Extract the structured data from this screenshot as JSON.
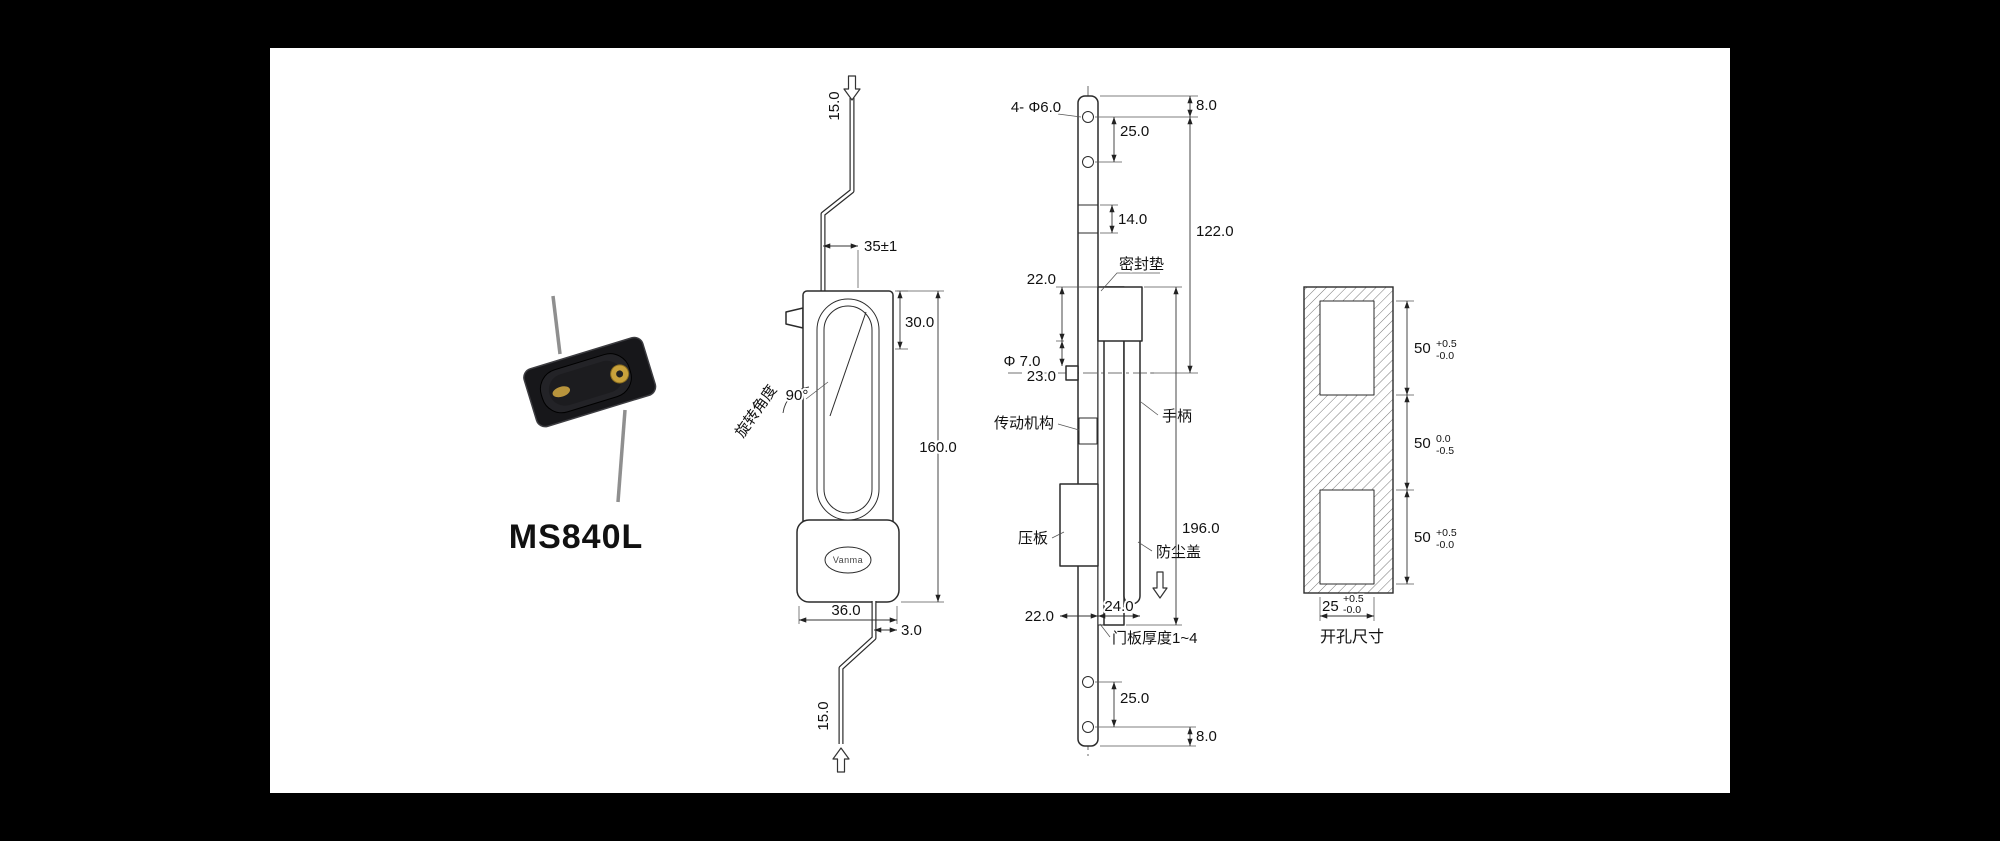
{
  "colors": {
    "background": "#000000",
    "sheet": "#ffffff",
    "ink": "#1c1c1c"
  },
  "product": {
    "model": "MS840L",
    "brand": "Vanma"
  },
  "front_view": {
    "rod_travel_top": "15.0",
    "top_width": "35±1",
    "upper_height": "30.0",
    "total_height": "160.0",
    "bottom_width": "36.0",
    "rod_offset": "3.0",
    "rotation_angle": "90°",
    "rotation_angle_label": "旋转角度",
    "rod_travel_bottom": "15.0"
  },
  "side_view": {
    "mounting_holes": "4- Φ6.0",
    "hole_pitch_top": "25.0",
    "end_margin_top": "8.0",
    "guide_length": "14.0",
    "upper_length": "122.0",
    "head_height": "22.0",
    "shaft_offset": "23.0",
    "shaft_diameter": "Φ 7.0",
    "body_length": "196.0",
    "body_depth": "24.0",
    "plate_depth": "22.0",
    "hole_pitch_bottom": "25.0",
    "end_margin_bottom": "8.0",
    "label_seal_gasket": "密封垫",
    "label_handle": "手柄",
    "label_transmission": "传动机构",
    "label_pressure_plate": "压板",
    "label_dust_cover": "防尘盖",
    "label_door_thickness": "门板厚度1~4"
  },
  "cutout_view": {
    "title": "开孔尺寸",
    "height_sections": [
      {
        "value": "50",
        "tol_top": "+0.5",
        "tol_bottom": "-0.0"
      },
      {
        "value": "50",
        "tol_top": "0.0",
        "tol_bottom": "-0.5"
      },
      {
        "value": "50",
        "tol_top": "+0.5",
        "tol_bottom": "-0.0"
      }
    ],
    "width": {
      "value": "25",
      "tol_top": "+0.5",
      "tol_bottom": "-0.0"
    }
  }
}
